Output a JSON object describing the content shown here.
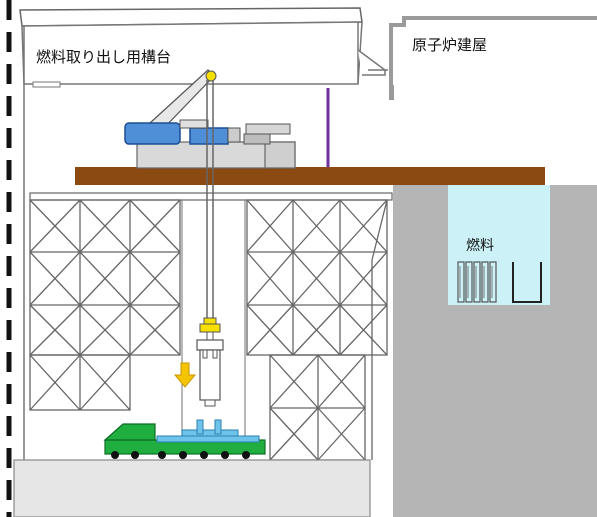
{
  "labels": {
    "structure": "燃料取り出し用構台",
    "building": "原子炉建屋",
    "pool": "燃料"
  },
  "colors": {
    "girder": "#8a4a12",
    "pool_water": "#ccf2f7",
    "building_gray": "#b5b5b5",
    "crane_blue": "#4f8fd8",
    "truck_green": "#1fae3f",
    "cask_blue": "#6ec3ea",
    "arrow_yellow": "#f5c400",
    "cable_purple": "#7030a0"
  }
}
